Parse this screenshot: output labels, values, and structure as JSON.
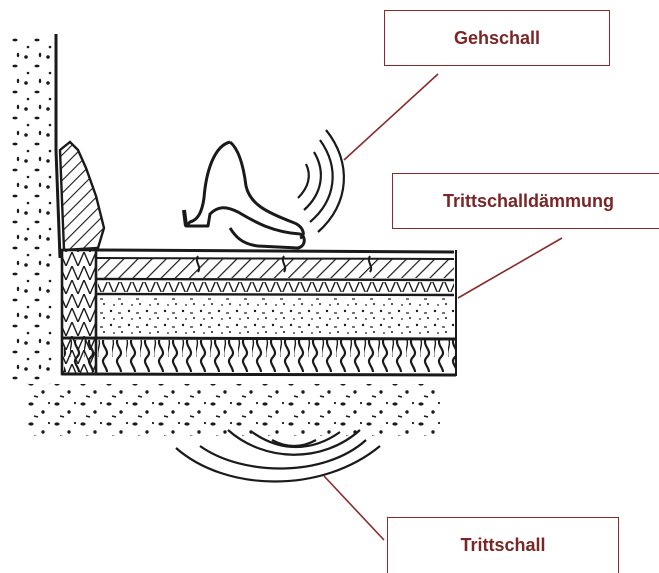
{
  "labels": {
    "walking_sound": "Gehschall",
    "impact_insulation": "Trittschalldämmung",
    "impact_sound": "Trittschall"
  },
  "colors": {
    "label_text": "#7a2626",
    "label_border": "#8a2b2b",
    "ink": "#1a1a1a",
    "background": "#ffffff"
  },
  "icons": [
    "shoe-icon",
    "sound-wave-icon"
  ]
}
